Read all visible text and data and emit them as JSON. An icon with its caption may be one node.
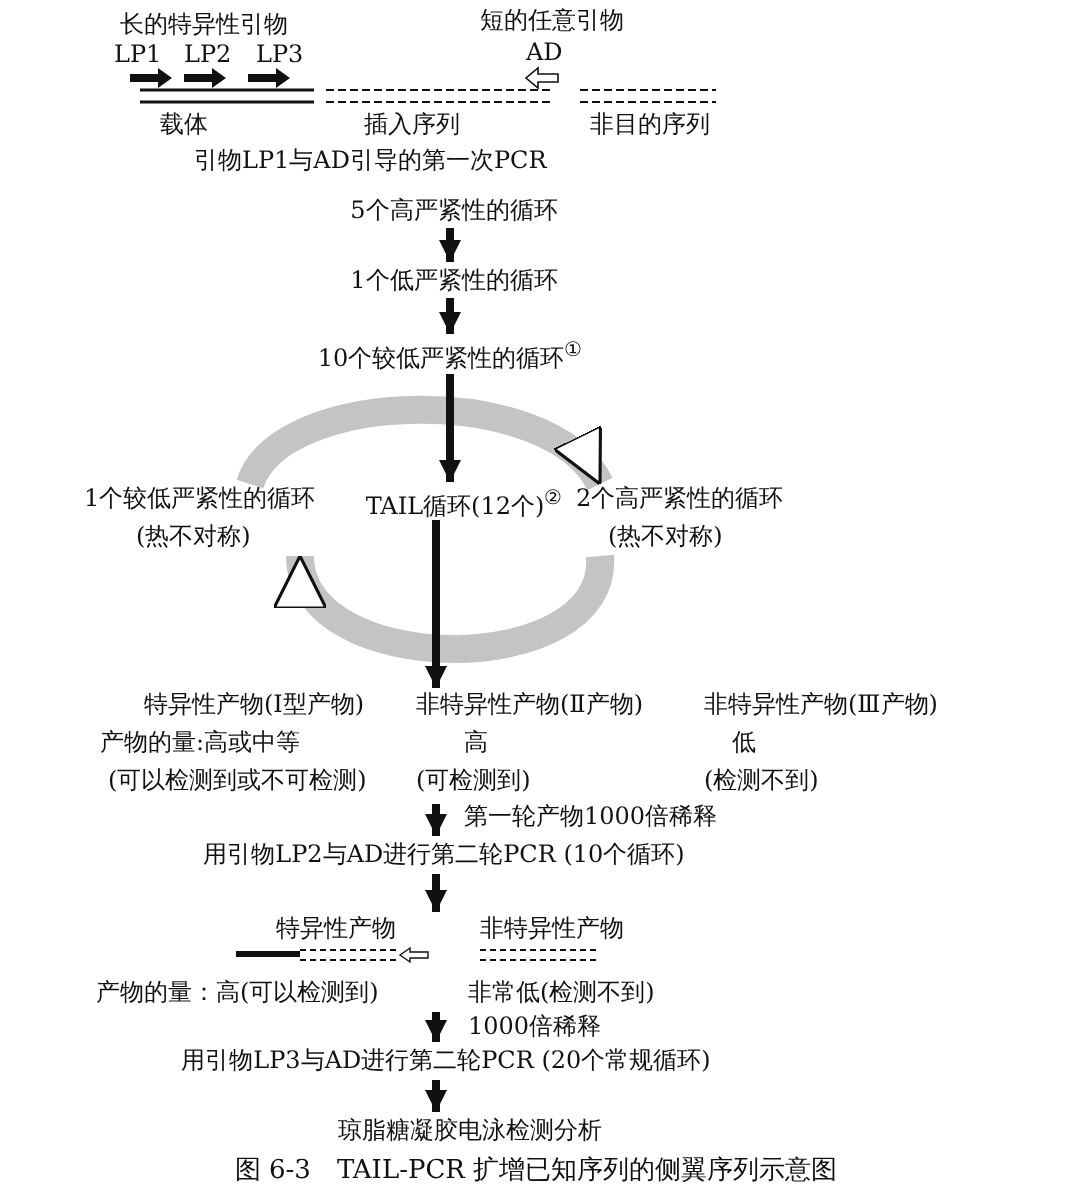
{
  "diagram": {
    "caption": "图 6-3　TAIL-PCR 扩增已知序列的侧翼序列示意图",
    "nodes": [
      {
        "text": [
          "5个高严紧性的循环"
        ]
      },
      {
        "text": [
          "1个低严紧性的循环"
        ]
      },
      {
        "text": [
          "10个较低严紧性的循环$^{①}$"
        ]
      },
      {
        "text": [
          "1个较低严紧性的循环",
          "(热不对称)"
        ]
      },
      {
        "text": [
          "TAIL循环(12个)$^{②}$"
        ]
      },
      {
        "text": [
          "2个高严紧性的循环",
          "(热不对称)"
        ]
      },
      {
        "text": [
          "特异性产物(I型产物)",
          "产物的量:高或中等",
          "(可以检测到或不可检测)"
        ]
      },
      {
        "text": [
          "非特异性产物(Ⅱ产物)",
          "高",
          "(可检测到)"
        ]
      },
      {
        "text": [
          "非特异性产物(Ⅲ产物)",
          "低",
          "(检测不到)"
        ]
      },
      {
        "text": [
          "用引物LP2与AD进行第二轮PCR (10个循环)"
        ]
      },
      {
        "text": [
          "特异性产物",
          "产物的量：高(可以检测到)"
        ]
      },
      {
        "text": [
          "非特异性产物",
          "非常低(检测不到)"
        ]
      },
      {
        "text": [
          "用引物LP3与AD进行第二轮PCR (20个常规循环)"
        ]
      },
      {
        "text": [
          "琼脂糖凝胶电泳检测分析"
        ]
      }
    ],
    "edges": [
      {
        "from": 0,
        "to": 1,
        "arrow": "to"
      },
      {
        "from": 1,
        "to": 2,
        "arrow": "to"
      },
      {
        "from": 2,
        "to": 4,
        "arrow": "to"
      },
      {
        "from": 3,
        "to": 5,
        "arrow": "to",
        "style": "thick",
        "color": "#c4c4c4"
      },
      {
        "from": 5,
        "to": 3,
        "arrow": "to",
        "style": "thick",
        "color": "#c4c4c4"
      },
      {
        "from": 4,
        "to": 7,
        "arrow": "to"
      },
      {
        "from": 7,
        "to": 9,
        "arrow": "to",
        "label": "第一轮产物1000倍稀释"
      },
      {
        "from": 9,
        "to": 10,
        "arrow": "to"
      },
      {
        "from": null,
        "to": 12,
        "arrow": "to",
        "label": "1000倍稀释"
      },
      {
        "from": 12,
        "to": 13,
        "arrow": "to"
      }
    ],
    "labels": [
      "长的特异性引物",
      "LP1",
      "LP2",
      "LP3",
      "短的任意引物",
      "AD",
      "载体",
      "插入序列",
      "非目的序列",
      "引物LP1与AD引导的第一次PCR"
    ]
  }
}
